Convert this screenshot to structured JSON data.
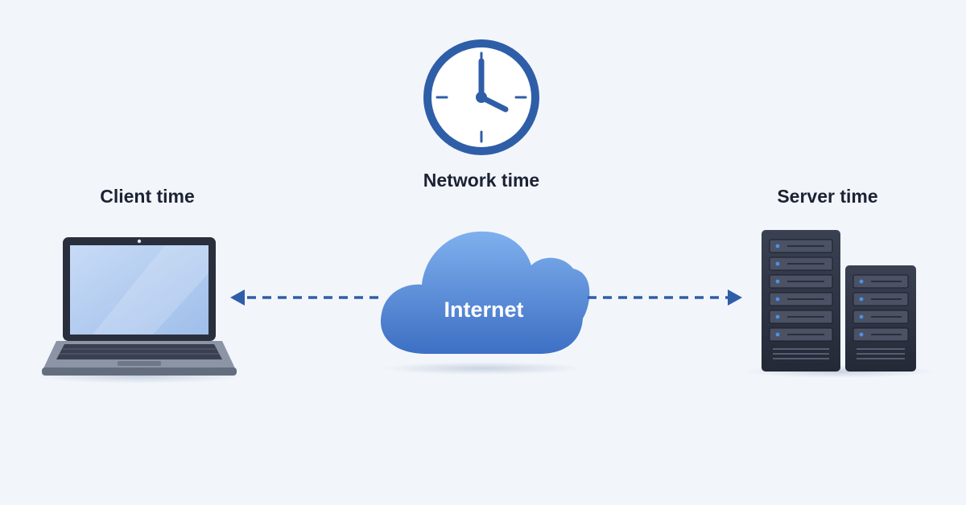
{
  "nodes": {
    "network": {
      "label": "Network time",
      "icon": "clock-icon"
    },
    "client": {
      "label": "Client time",
      "icon": "laptop-icon"
    },
    "server": {
      "label": "Server time",
      "icon": "server-rack-icon"
    },
    "internet": {
      "label": "Internet",
      "icon": "cloud-icon"
    }
  },
  "connections": [
    {
      "from": "internet",
      "to": "client",
      "style": "dashed-arrow"
    },
    {
      "from": "internet",
      "to": "server",
      "style": "dashed-arrow"
    }
  ],
  "colors": {
    "background": "#f2f6fb",
    "accent": "#2f5ea8",
    "cloud_top": "#7aa6e6",
    "cloud_bottom": "#3f72c6",
    "device_dark": "#2a2f3d",
    "screen": "#a9c6ef",
    "text": "#1c2233"
  }
}
